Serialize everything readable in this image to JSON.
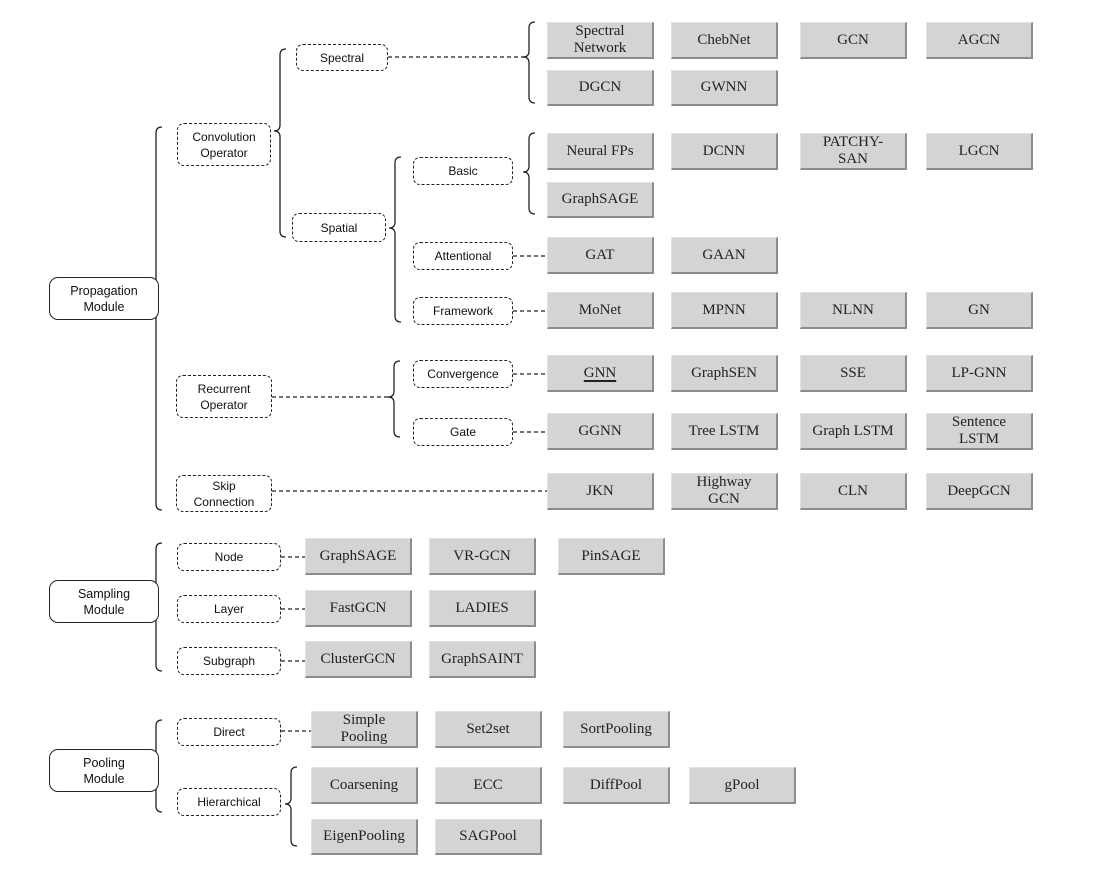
{
  "modules": {
    "propagation": "Propagation\nModule",
    "sampling": "Sampling\nModule",
    "pooling": "Pooling\nModule"
  },
  "categories": {
    "convolution": "Convolution\nOperator",
    "spectral": "Spectral",
    "spatial": "Spatial",
    "basic": "Basic",
    "attentional": "Attentional",
    "framework": "Framework",
    "recurrent": "Recurrent\nOperator",
    "convergence": "Convergence",
    "gate": "Gate",
    "skip": "Skip\nConnection",
    "node": "Node",
    "layer": "Layer",
    "subgraph": "Subgraph",
    "direct": "Direct",
    "hierarchical": "Hierarchical"
  },
  "models": {
    "spectral": [
      "Spectral\nNetwork",
      "ChebNet",
      "GCN",
      "AGCN",
      "DGCN",
      "GWNN"
    ],
    "basic": [
      "Neural FPs",
      "DCNN",
      "PATCHY-\nSAN",
      "LGCN",
      "GraphSAGE"
    ],
    "attentional": [
      "GAT",
      "GAAN"
    ],
    "framework": [
      "MoNet",
      "MPNN",
      "NLNN",
      "GN"
    ],
    "convergence": [
      "GNN",
      "GraphSEN",
      "SSE",
      "LP-GNN"
    ],
    "gate": [
      "GGNN",
      "Tree LSTM",
      "Graph LSTM",
      "Sentence\nLSTM"
    ],
    "skip": [
      "JKN",
      "Highway\nGCN",
      "CLN",
      "DeepGCN"
    ],
    "node": [
      "GraphSAGE",
      "VR-GCN",
      "PinSAGE"
    ],
    "layer": [
      "FastGCN",
      "LADIES"
    ],
    "subgraph": [
      "ClusterGCN",
      "GraphSAINT"
    ],
    "direct": [
      "Simple\nPooling",
      "Set2set",
      "SortPooling"
    ],
    "hierarchical": [
      "Coarsening",
      "ECC",
      "DiffPool",
      "gPool",
      "EigenPooling",
      "SAGPool"
    ]
  }
}
